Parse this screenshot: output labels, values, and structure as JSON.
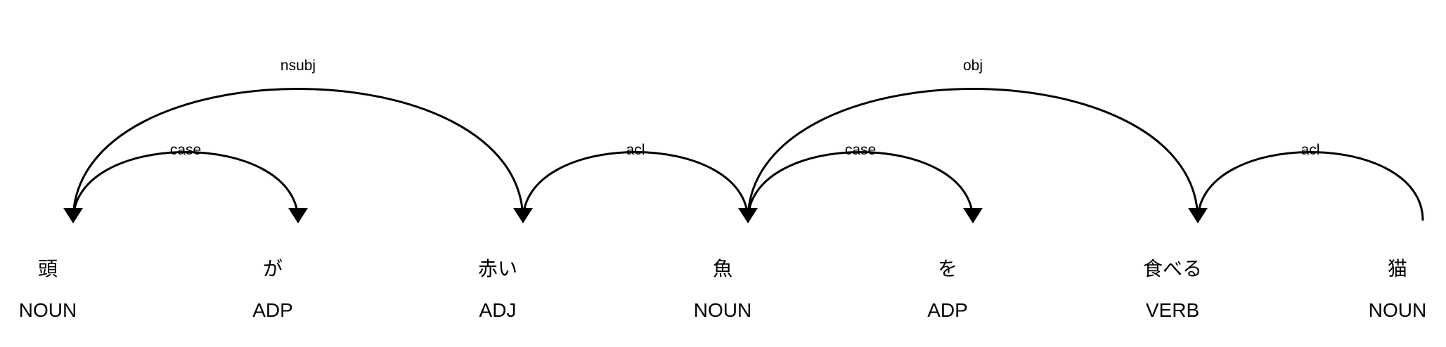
{
  "tokens": [
    {
      "word": "頭",
      "tag": "NOUN"
    },
    {
      "word": "が",
      "tag": "ADP"
    },
    {
      "word": "赤い",
      "tag": "ADJ"
    },
    {
      "word": "魚",
      "tag": "NOUN"
    },
    {
      "word": "を",
      "tag": "ADP"
    },
    {
      "word": "食べる",
      "tag": "VERB"
    },
    {
      "word": "猫",
      "tag": "NOUN"
    }
  ],
  "arcs": [
    {
      "label": "case",
      "from": 0,
      "to": 1,
      "level": 1,
      "direction": "right"
    },
    {
      "label": "nsubj",
      "from": 0,
      "to": 2,
      "level": 2,
      "direction": "left"
    },
    {
      "label": "acl",
      "from": 2,
      "to": 3,
      "level": 1,
      "direction": "left"
    },
    {
      "label": "case",
      "from": 3,
      "to": 4,
      "level": 1,
      "direction": "right"
    },
    {
      "label": "obj",
      "from": 3,
      "to": 5,
      "level": 2,
      "direction": "left"
    },
    {
      "label": "acl",
      "from": 5,
      "to": 6,
      "level": 1,
      "direction": "left"
    }
  ]
}
